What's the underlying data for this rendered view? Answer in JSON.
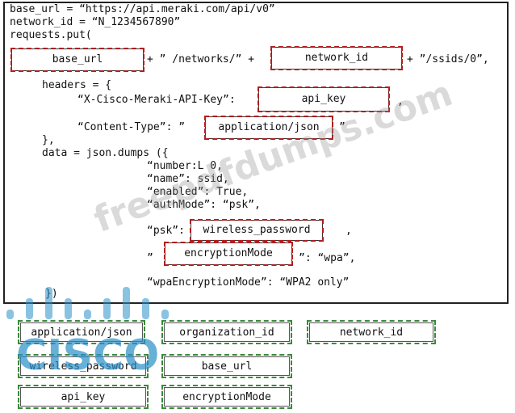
{
  "code": {
    "line1": "base_url = “https://api.meraki.com/api/v0”",
    "line2": "network_id = “N_1234567890”",
    "line3": "requests.put(",
    "concat1": "+ ” /networks/” +",
    "concat2": "+ ”/ssids/0”,",
    "headers_open": "headers = {",
    "api_key_label": "“X-Cisco-Meraki-API-Key”:",
    "comma1": ",",
    "content_type_label": "“Content-Type”: ”",
    "quote_close": "”",
    "headers_close": "},",
    "data_open": "data = json.dumps ({",
    "number": "“number:L 0,",
    "name": "“name”: ssid,",
    "enabled": "“enabled”: True,",
    "authmode": "“authMode”: “psk”,",
    "psk_label": "“psk”:",
    "comma2": ",",
    "quote_open": "”",
    "enc_value": "”: “wpa”,",
    "wpa_enc": "“wpaEncryptionMode”: “WPA2 only”",
    "close": "})"
  },
  "slots": {
    "s1": "base_url",
    "s2": "network_id",
    "s3": "api_key",
    "s4": "application/json",
    "s5": "wireless_password",
    "s6": "encryptionMode"
  },
  "options": {
    "o1": "application/json",
    "o2": "organization_id",
    "o3": "network_id",
    "o4": "wireless_password",
    "o5": "base_url",
    "o6": "api_key",
    "o7": "encryptionMode"
  },
  "watermark": "freepdfdumps.com",
  "logo_text": "CISCO",
  "colors": {
    "slot_dash": "#b01e1e",
    "option_dash": "#3a8a3a",
    "logo": "#2a8fc9"
  }
}
